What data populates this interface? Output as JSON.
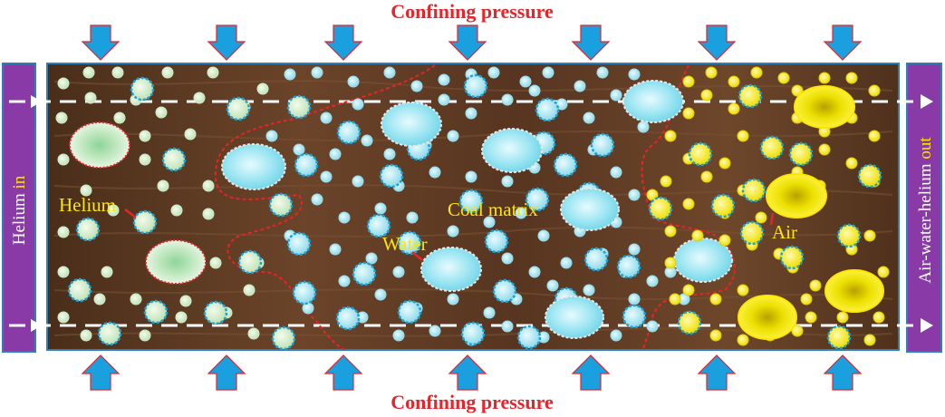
{
  "top_label": "Confining pressure",
  "bottom_label": "Confining pressure",
  "left_panel": {
    "text_main": "Helium ",
    "text_highlight": "in"
  },
  "right_panel": {
    "text_main": "Air-water-helium ",
    "text_highlight": "out"
  },
  "labels": {
    "helium": "Helium",
    "water": "Water",
    "coal_matrix": "Coal matrix",
    "air": "Air"
  },
  "colors": {
    "matrix": "#5a3a22",
    "helium_fill": "#d9efd2",
    "water_fill": "#8fe0ee",
    "air_fill": "#f2e000",
    "arrow": "#1ba0df",
    "arrow_outline": "#e8232a",
    "panel": "#8a3aa6",
    "title": "#e8232a"
  }
}
